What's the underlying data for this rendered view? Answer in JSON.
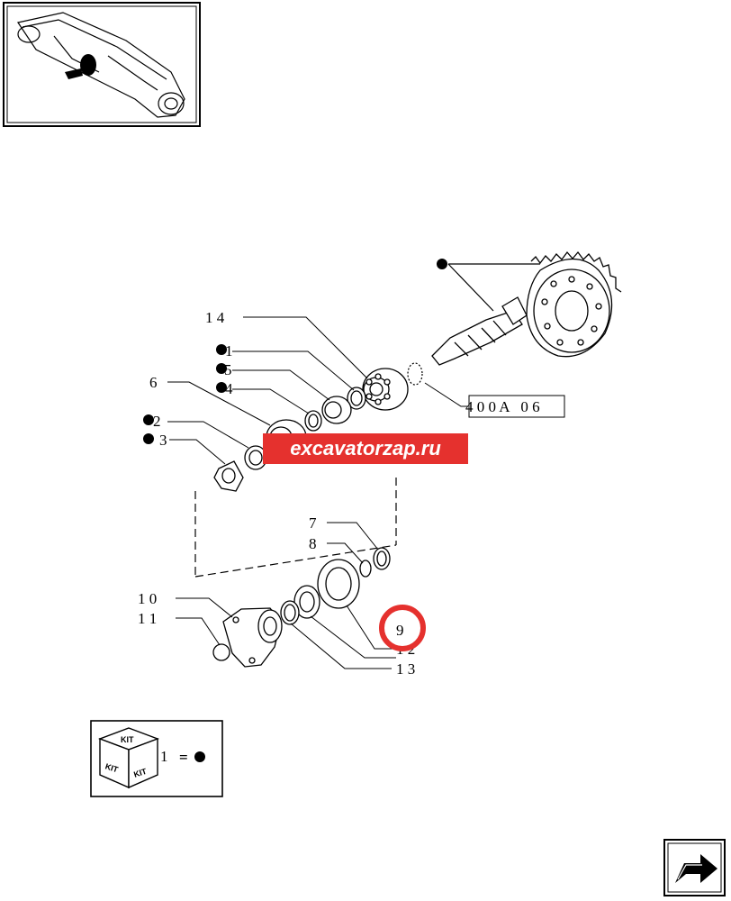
{
  "callouts": {
    "c14": "1 4",
    "c1": "1",
    "c5": "5",
    "c4": "4",
    "c6": "6",
    "c2": "2",
    "c3": "3",
    "c7": "7",
    "c8": "8",
    "c10": "1 0",
    "c11": "1 1",
    "c9": "9",
    "c12": "1 2",
    "c13": "1 3",
    "ref": "4 0 0 A   0 6"
  },
  "legend": {
    "kit_top": "KIT",
    "kit_left": "KIT",
    "kit_right": "KIT",
    "number": "1",
    "equals": "="
  },
  "watermark": "excavatorzap.ru",
  "colors": {
    "line": "#000000",
    "watermark_bg": "#e5312e",
    "highlight_circle": "#e5312e"
  },
  "icons": [
    "axle-thumbnail-icon",
    "bevel-gear-pinion-icon",
    "kit-box-icon",
    "next-page-arrow-icon"
  ]
}
